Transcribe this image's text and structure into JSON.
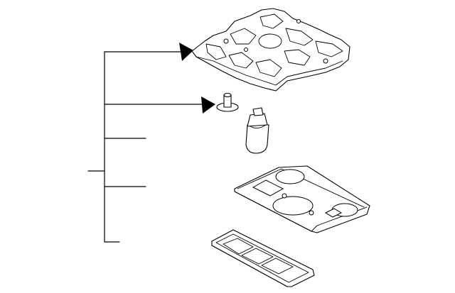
{
  "diagram": {
    "colors": {
      "line": "#000000",
      "background": "#ffffff"
    },
    "parts": [
      {
        "name": "console-bracket-assembly"
      },
      {
        "name": "retaining-clip"
      },
      {
        "name": "lamp-socket"
      },
      {
        "name": "console-housing"
      },
      {
        "name": "trim-cover"
      }
    ]
  }
}
